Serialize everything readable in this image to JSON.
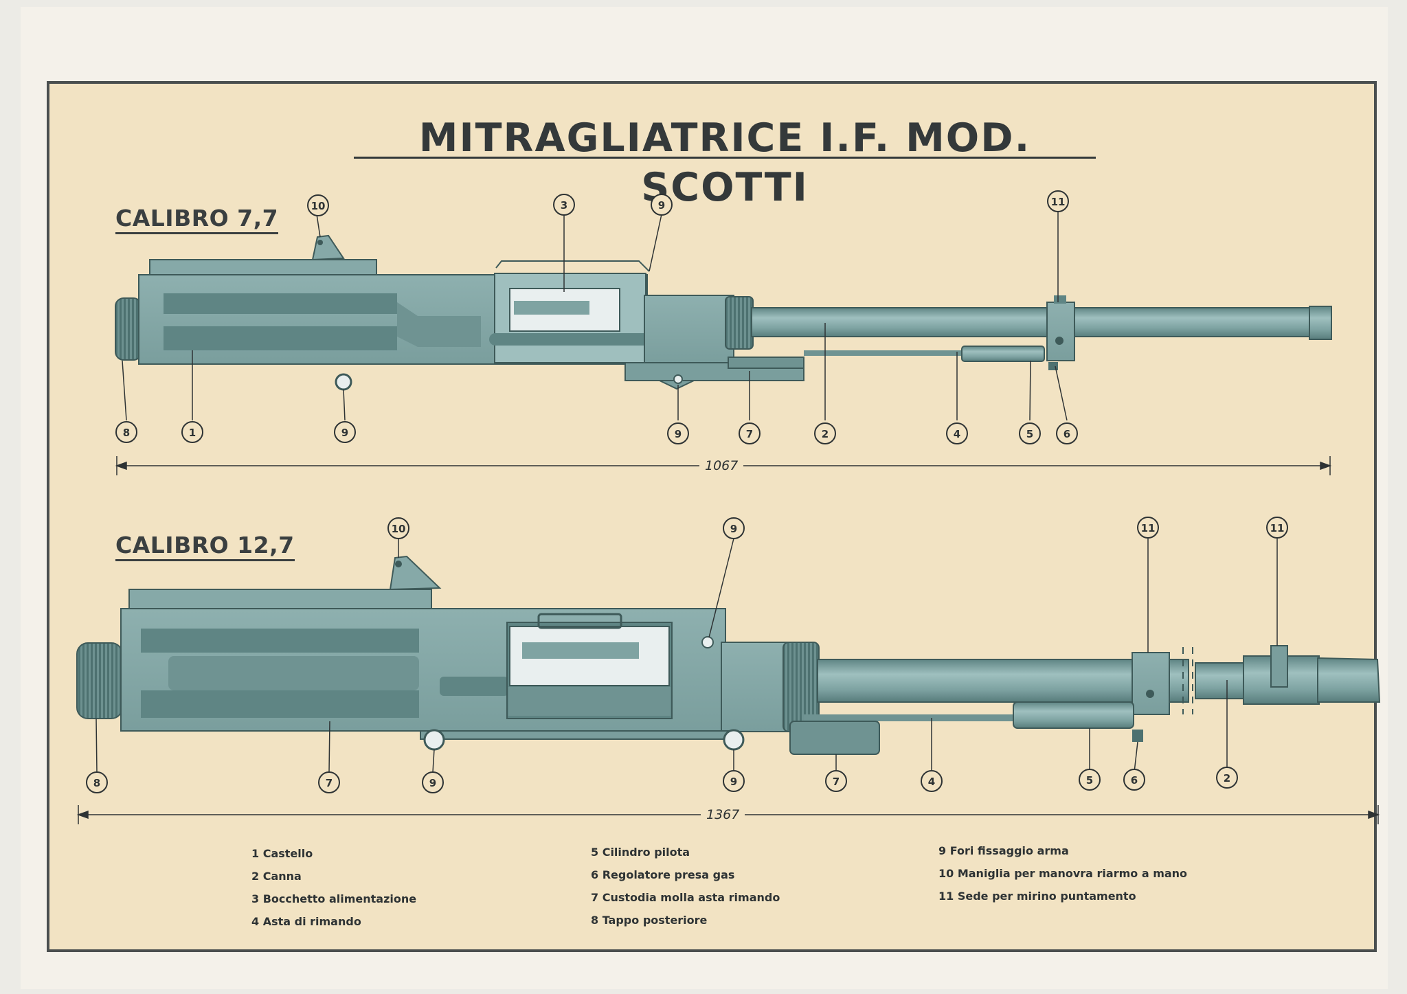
{
  "title": "MITRAGLIATRICE I.F. MOD. SCOTTI",
  "sections": {
    "cal77": "CALIBRO 7,7",
    "cal127": "CALIBRO 12,7"
  },
  "dimensions": {
    "len77": "1067",
    "len127": "1367"
  },
  "colors": {
    "paper": "#f2e3c3",
    "gun_body": "#8fb1b0",
    "gun_dark": "#5f8584",
    "ink": "#34393a"
  },
  "callouts77": [
    "10",
    "3",
    "9",
    "11",
    "8",
    "1",
    "9",
    "9",
    "7",
    "2",
    "4",
    "5",
    "6"
  ],
  "callouts127": [
    "10",
    "9",
    "11",
    "11",
    "8",
    "7",
    "9",
    "9",
    "7",
    "4",
    "5",
    "6",
    "2"
  ],
  "legend": [
    "1 Castello",
    "2 Canna",
    "3 Bocchetto alimentazione",
    "4 Asta di rimando",
    "5 Cilindro pilota",
    "6 Regolatore presa gas",
    "7 Custodia molla asta rimando",
    "8 Tappo posteriore",
    "9 Fori fissaggio arma",
    "10 Maniglia per manovra riarmo a mano",
    "11 Sede per mirino puntamento"
  ]
}
